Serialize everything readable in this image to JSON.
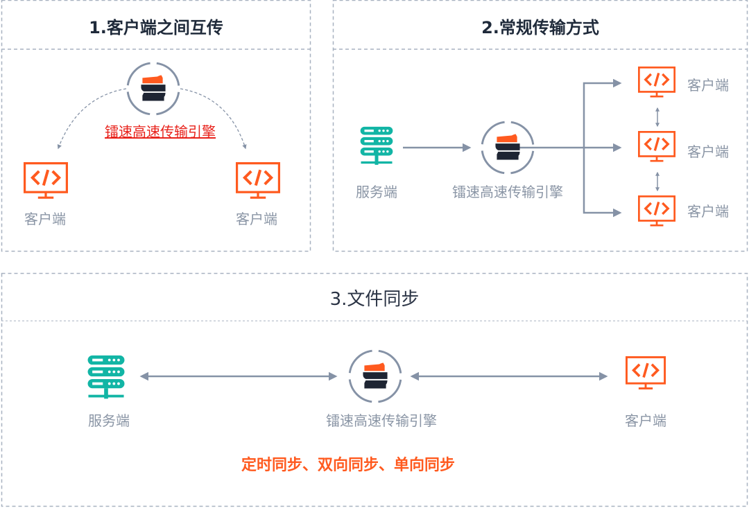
{
  "colors": {
    "accent_orange": "#ff5a1f",
    "server_teal": "#12b5a5",
    "engine_dark": "#1e2533",
    "connector_gray": "#8592a6",
    "label_gray": "#8a95a5",
    "highlight_red": "#e8221b"
  },
  "panels": [
    {
      "title": "1.客户端之间互传",
      "engine": {
        "label": "镭速高速传输引擎",
        "icon": "transfer-engine-icon"
      },
      "clients": [
        {
          "label": "客户端",
          "icon": "client-monitor-code-icon"
        },
        {
          "label": "客户端",
          "icon": "client-monitor-code-icon"
        }
      ]
    },
    {
      "title": "2.常规传输方式",
      "server": {
        "label": "服务端",
        "icon": "server-rack-icon"
      },
      "engine": {
        "label": "镭速高速传输引擎",
        "icon": "transfer-engine-icon"
      },
      "clients": [
        {
          "label": "客户端",
          "icon": "client-monitor-code-icon"
        },
        {
          "label": "客户端",
          "icon": "client-monitor-code-icon"
        },
        {
          "label": "客户端",
          "icon": "client-monitor-code-icon"
        }
      ]
    },
    {
      "title": "3.文件同步",
      "server": {
        "label": "服务端",
        "icon": "server-rack-icon"
      },
      "engine": {
        "label": "镭速高速传输引擎",
        "icon": "transfer-engine-icon"
      },
      "client": {
        "label": "客户端",
        "icon": "client-monitor-code-icon"
      },
      "sync_modes": "定时同步、双向同步、单向同步"
    }
  ]
}
